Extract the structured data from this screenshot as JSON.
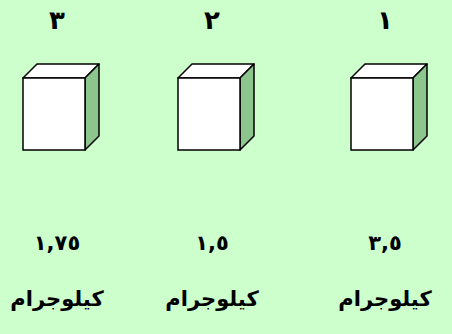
{
  "diagram": {
    "nodes": [
      {
        "text": [
          "١",
          "٣,٥ كيلوجرام"
        ]
      },
      {
        "text": [
          "٢",
          "١,٥ كيلوجرام"
        ]
      },
      {
        "text": [
          "٣",
          "١,٧٥ كيلوجرام"
        ]
      }
    ]
  }
}
